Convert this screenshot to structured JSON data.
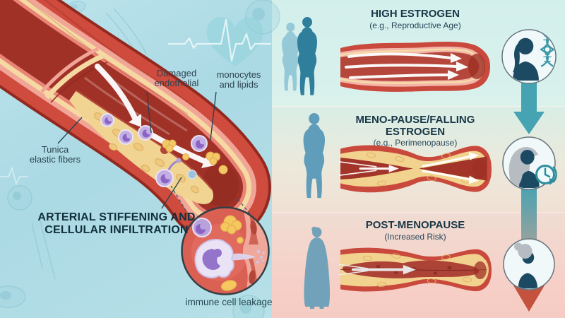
{
  "left_scene": {
    "labels": {
      "damaged": "Damaged\nendothelial",
      "monocytes": "monocytes\nand lipids",
      "tunica": "Tunica\nelastic fibers"
    },
    "main_title": "ARTERIAL STIFFENING AND\nCELLULAR INFILTRATION",
    "inset_caption": "immune cell leakage"
  },
  "panels": [
    {
      "title": "HIGH ESTROGEN",
      "subtitle": "(e.g., Reproductive Age)",
      "artery_state": "open-flow",
      "silhouettes": "two-adult-women"
    },
    {
      "title": "MENO-PAUSE/FALLING ESTROGEN",
      "subtitle": "(e.g., Perimenopause)",
      "artery_state": "narrowed-plaque",
      "silhouettes": "one-adult-woman"
    },
    {
      "title": "POST-MENOPAUSE",
      "subtitle": "(Increased Risk)",
      "artery_state": "occluded-plaque",
      "silhouettes": "one-older-woman"
    }
  ],
  "timeline": {
    "stages": [
      {
        "icon": "young-woman-silhouette-icon"
      },
      {
        "icon": "dna-female-icon"
      },
      {
        "icon": "teal-down-arrow-icon"
      },
      {
        "icon": "middle-aged-woman-silhouette-icon"
      },
      {
        "icon": "clock-cycle-icon"
      },
      {
        "icon": "gradient-down-arrow-icon"
      },
      {
        "icon": "older-woman-silhouette-icon"
      },
      {
        "icon": "red-down-arrow-icon"
      }
    ]
  },
  "palette": {
    "bg_cyan": "#b3dde6",
    "band_top": "#d6f0ec",
    "band_mid": "#ece9db",
    "band_bottom": "#f6d0c8",
    "artery_wall_red": "#ce4b3e",
    "artery_pink": "#f1a597",
    "artery_cream": "#f6d9a2",
    "lumen_red": "#a03127",
    "plaque_yellow": "#f2d492",
    "cell_purple": "#b9a2dc",
    "silhouette_teal": "#2f7e9c",
    "icon_navy": "#1c4a63",
    "arrow_teal": "#46a4b2",
    "arrow_red": "#c5523f",
    "title_ink": "#173646"
  }
}
